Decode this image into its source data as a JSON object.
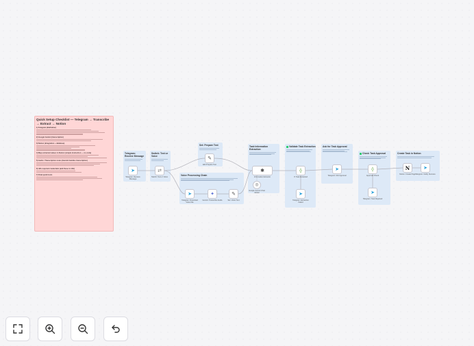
{
  "checklist": {
    "title": "Quick Setup Checklist — Telegram → Transcribe → Extract → Notion",
    "sections": [
      "1) Telegram (BotFather)",
      "2) Google Gemini (transcription)",
      "3) Notion (integration + database)",
      "4) Map extracted values to Notion (simple instruction — no code)",
      "5) Audio / Transcription notes (Gemini handles transcription)",
      "6) n8n required credentials (add these in n8n)",
      "7) Final quick tests"
    ]
  },
  "stickies": {
    "telegram": "Telegram: Receive Message",
    "switch": "Switch: Text or Voice",
    "prepare": "Set: Prepare Text",
    "voice": "Voice Processing Chain",
    "extraction": "Task Information Extraction",
    "validate": "Validate Task Extraction",
    "ask": "Ask for Task Approval",
    "check": "Check Task Approval",
    "create": "Create Task in Notion"
  },
  "nodes": [
    {
      "id": "n1",
      "label": "Telegram: Receive Message",
      "icon": "telegram-icon",
      "glyph": "➤",
      "color": "#2aa1da"
    },
    {
      "id": "n2",
      "label": "Switch: Text or Voice",
      "icon": "switch-icon",
      "glyph": "⇄",
      "color": "#777777"
    },
    {
      "id": "n3",
      "label": "Edit Prepare Text",
      "icon": "pen-icon",
      "glyph": "✎",
      "color": "#555555"
    },
    {
      "id": "n4",
      "label": "Telegram: Download Voice File",
      "icon": "telegram-icon",
      "glyph": "➤",
      "color": "#2aa1da"
    },
    {
      "id": "n5",
      "label": "Gemini: Transcribe Audio",
      "icon": "sparkle-icon",
      "glyph": "✦",
      "color": "#5a6fd6"
    },
    {
      "id": "n6",
      "label": "Set: Voice Text",
      "icon": "pen-icon",
      "glyph": "✎",
      "color": "#555555"
    },
    {
      "id": "n7",
      "label": "Information Extractor",
      "icon": "ai-icon",
      "glyph": "✱",
      "color": "#444444"
    },
    {
      "id": "n8",
      "label": "Google Gemini Chat Model",
      "icon": "gemini-icon",
      "glyph": "◎",
      "color": "#666666"
    },
    {
      "id": "n9",
      "label": "If: Task Extracted",
      "icon": "if-icon",
      "glyph": "⟠",
      "color": "#6aa84f"
    },
    {
      "id": "n10",
      "label": "Telegram: Extraction Failed",
      "icon": "telegram-icon",
      "glyph": "➤",
      "color": "#2aa1da"
    },
    {
      "id": "n11",
      "label": "Telegram: Ask Approval",
      "icon": "telegram-icon",
      "glyph": "➤",
      "color": "#2aa1da"
    },
    {
      "id": "n12",
      "label": "Approval Check",
      "icon": "if-icon",
      "glyph": "⟠",
      "color": "#6aa84f"
    },
    {
      "id": "n13",
      "label": "Telegram: Task Rejected",
      "icon": "telegram-icon",
      "glyph": "➤",
      "color": "#2aa1da"
    },
    {
      "id": "n14",
      "label": "Notion: Create Page",
      "icon": "notion-icon",
      "glyph": "N",
      "color": "#111111"
    },
    {
      "id": "n15",
      "label": "Telegram: Notify Success",
      "icon": "telegram-icon",
      "glyph": "➤",
      "color": "#2aa1da"
    }
  ],
  "controls": {
    "fit": "fit-view-icon",
    "zoom_in": "zoom-in-icon",
    "zoom_out": "zoom-out-icon",
    "reset": "undo-icon"
  }
}
